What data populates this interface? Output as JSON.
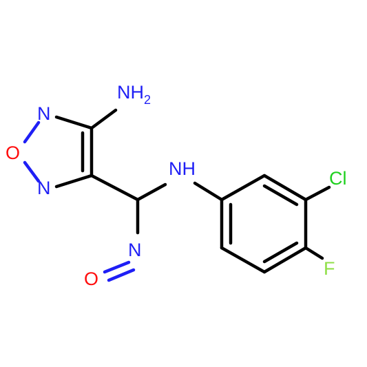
{
  "molecule": {
    "atoms": {
      "amine": {
        "main": "NH",
        "sub": "2"
      },
      "ring_n_top": "N",
      "ring_o": "O",
      "ring_n_bottom": "N",
      "linker_nh": "NH",
      "nitroso_n": "N",
      "nitroso_o": "O",
      "chlorine": "Cl",
      "fluorine": "F"
    },
    "colors": {
      "nitrogen": "#1f1ff5",
      "oxygen": "#ff0d0d",
      "chlorine": "#1fd01f",
      "fluorine": "#8fdf47",
      "carbon_bond": "#000000"
    }
  }
}
